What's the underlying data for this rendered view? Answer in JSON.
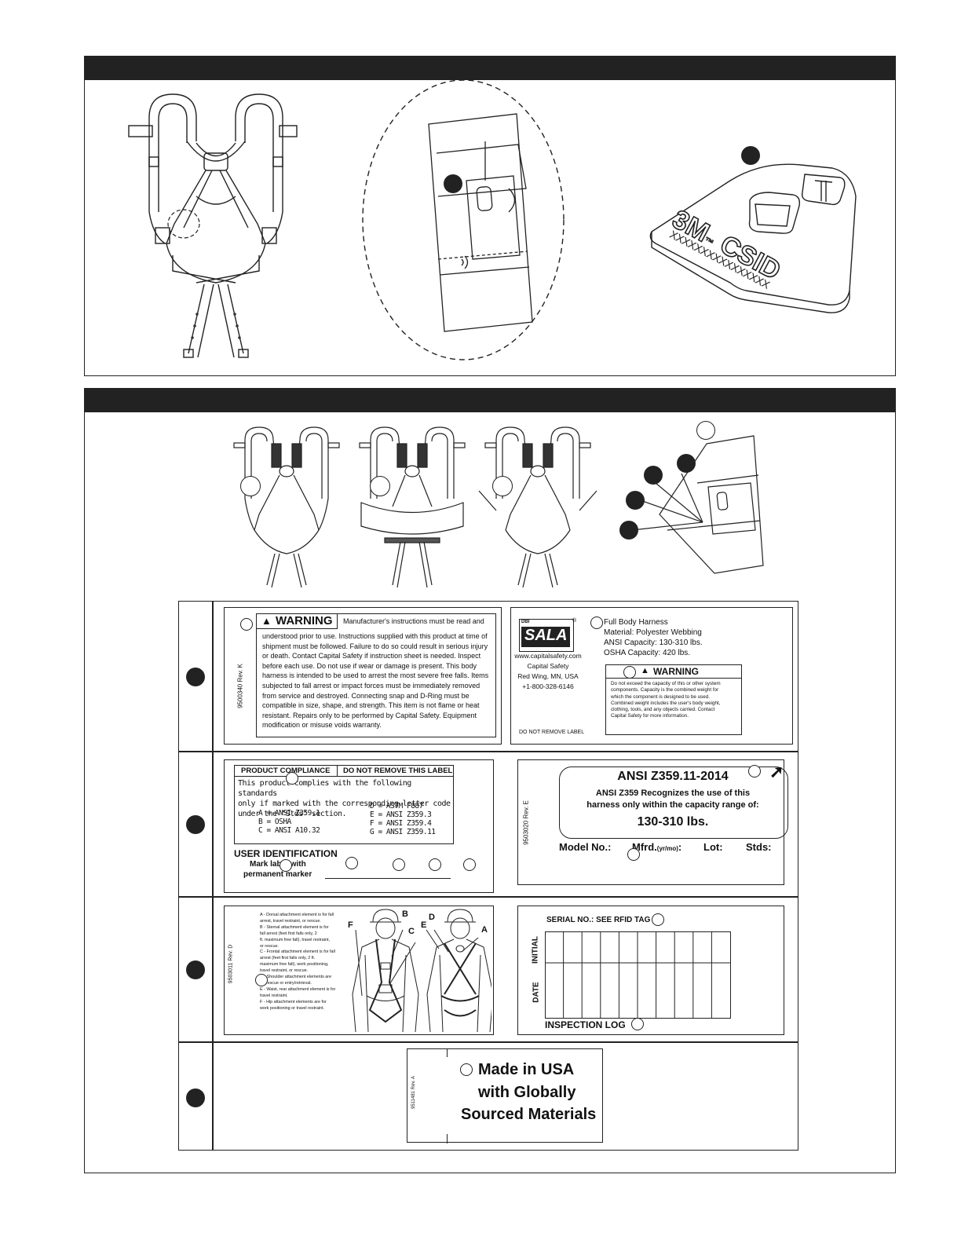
{
  "csid": {
    "brand": "3M",
    "tm": "™",
    "product": "CSID",
    "serial_mask": "XXXXXXXXXXXXXXXX"
  },
  "label_warning": {
    "title": "WARNING",
    "lines": [
      "understood prior to use. Instructions supplied with this product at time of",
      "shipment must be followed. Failure to do so could result in serious injury",
      "or death. Contact Capital Safety if instruction sheet is needed. Inspect",
      "before each use. Do not use if wear or damage is present. This body",
      "harness is intended to be used to arrest the most severe free falls. Items",
      "subjected to fall arrest or impact forces must be immediately removed",
      "from service and destroyed. Connecting snap and D-Ring must be",
      "compatible in size, shape, and strength. This item is not flame or heat",
      "resistant. Repairs only to be performed by Capital Safety. Equipment",
      "modification or misuse voids warranty."
    ],
    "first_line": "Manufacturer's instructions must be read and",
    "part_no": "9500340  Rev. K"
  },
  "label_sala": {
    "logo_top": "DBI",
    "logo": "SALA",
    "reg": "®",
    "website": "www.capitalsafety.com",
    "company": "Capital Safety",
    "city": "Red Wing, MN, USA",
    "phone": "+1-800-328-6146",
    "do_not_remove": "DO NOT REMOVE LABEL",
    "specs": [
      "Full Body Harness",
      "Material: Polyester Webbing",
      "ANSI Capacity: 130-310 lbs.",
      "OSHA Capacity: 420 lbs."
    ],
    "warning_title": "WARNING",
    "warning_lines": [
      "Do not exceed the capacity of this or other system",
      "components. Capacity is the combined weight for",
      "which the component is designed to be used.",
      "Combined weight includes the user's body weight,",
      "clothing, tools, and any objects carried. Contact",
      "Capital Safety for more information."
    ]
  },
  "label_compliance": {
    "header_left": "PRODUCT COMPLIANCE",
    "header_right": "DO NOT REMOVE THIS LABEL",
    "intro": [
      "This product complies with the following standards",
      "only if marked with the corresponding letter code",
      "under the \"Stds\" section."
    ],
    "standards_left": [
      "A = ANSI Z359.1",
      "B = OSHA",
      "C = ANSI A10.32"
    ],
    "standards_right": [
      "D = ASTM F887",
      "E = ANSI Z359.3",
      "F = ANSI Z359.4",
      "G = ANSI Z359.11"
    ],
    "user_id": "USER IDENTIFICATION",
    "mark_line1": "Mark label with",
    "mark_line2": "permanent marker"
  },
  "label_ansi": {
    "title": "ANSI Z359.11-2014",
    "line1": "ANSI Z359 Recognizes the use of this",
    "line2": "harness only within the capacity range of:",
    "capacity": "130-310 lbs.",
    "model": "Model No.:",
    "mfrd": "Mfrd.",
    "mfrd_sub": "(yr/mo)",
    "colon": ":",
    "lot": "Lot:",
    "stds": "Stds:",
    "part_no": "9503020  Rev. E"
  },
  "label_attach": {
    "part_no": "9503011  Rev. D",
    "items": [
      "A - Dorsal attachment element is for fall",
      "     arrest, travel restraint, or rescue.",
      "B - Sternal attachment element is for",
      "     fall arrest (feet first falls only, 2",
      "     ft. maximum free fall), travel restraint,",
      "     or rescue.",
      "C - Frontal attachment element is for fall",
      "     arrest (feet first falls only, 2 ft.",
      "     maximum free fall), work positioning,",
      "     travel restraint, or rescue.",
      "D - Shoulder attachment elements are",
      "     for rescue or entry/retrieval.",
      "E - Waist, rear attachment element is for",
      "     travel restraint.",
      "F - Hip attachment elements are for",
      "     work positioning or travel restraint."
    ],
    "letters": [
      "A",
      "B",
      "C",
      "D",
      "E",
      "F"
    ]
  },
  "label_inspection": {
    "serial": "SERIAL NO.:  SEE RFID TAG",
    "initial": "INITIAL",
    "date": "DATE",
    "log": "INSPECTION LOG"
  },
  "label_made": {
    "line1": "Made in USA",
    "line2": "with Globally",
    "line3": "Sourced Materials",
    "part_no": "9511481  Rev. A"
  }
}
